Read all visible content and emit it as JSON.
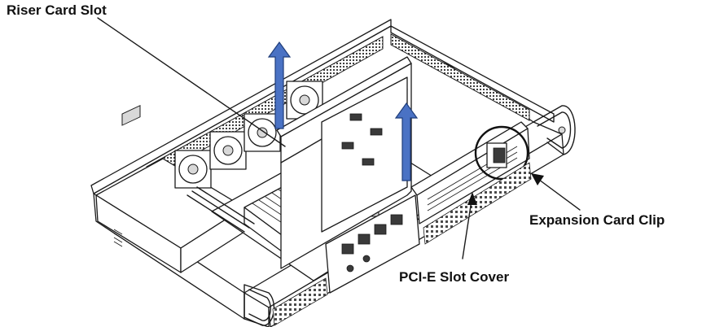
{
  "callouts": {
    "riser_card_slot": "Riser Card Slot",
    "expansion_card_clip": "Expansion Card Clip",
    "pcie_slot_cover": "PCI-E Slot Cover"
  },
  "colors": {
    "arrow_fill": "#4a72c4",
    "arrow_stroke": "#1f3d7a",
    "line": "#1a1a1a",
    "background": "#ffffff"
  },
  "icons": {
    "lift_arrows": "up-arrow-icon"
  }
}
